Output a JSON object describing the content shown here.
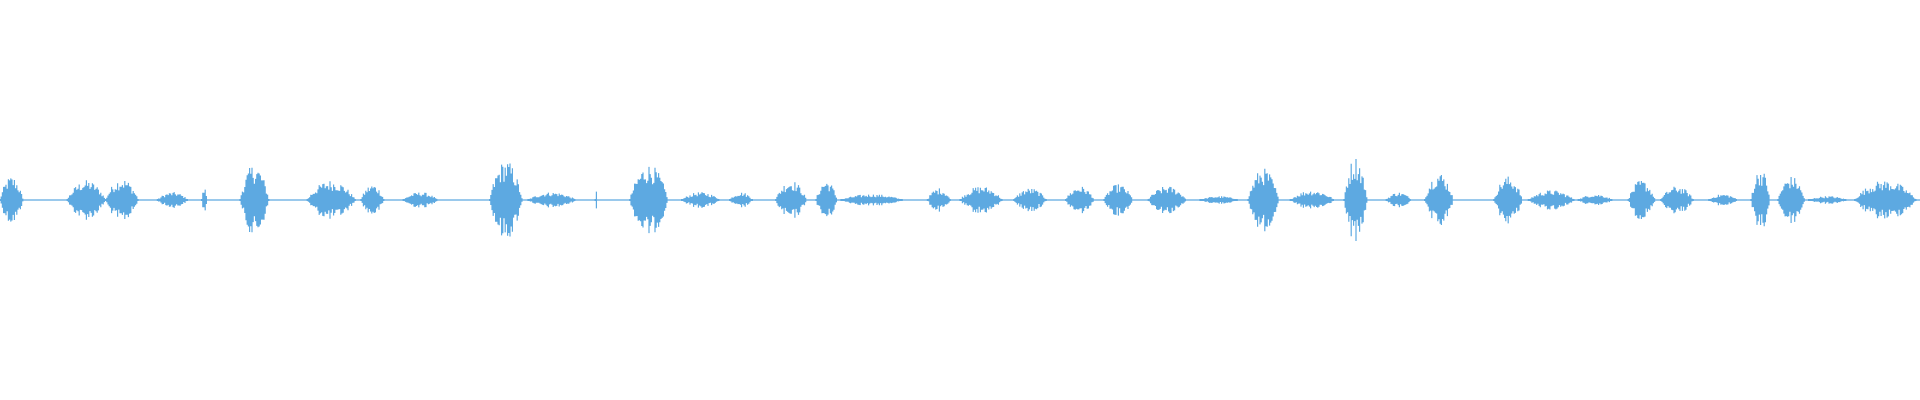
{
  "waveform": {
    "color": "#5DA9E1",
    "segments": [
      {
        "start": 0.0,
        "end": 0.012,
        "amp": 0.06
      },
      {
        "start": 0.035,
        "end": 0.055,
        "amp": 0.05
      },
      {
        "start": 0.055,
        "end": 0.072,
        "amp": 0.055
      },
      {
        "start": 0.082,
        "end": 0.098,
        "amp": 0.02
      },
      {
        "start": 0.105,
        "end": 0.108,
        "amp": 0.03
      },
      {
        "start": 0.125,
        "end": 0.14,
        "amp": 0.09
      },
      {
        "start": 0.16,
        "end": 0.185,
        "amp": 0.05
      },
      {
        "start": 0.188,
        "end": 0.2,
        "amp": 0.04
      },
      {
        "start": 0.21,
        "end": 0.228,
        "amp": 0.02
      },
      {
        "start": 0.255,
        "end": 0.272,
        "amp": 0.1
      },
      {
        "start": 0.275,
        "end": 0.3,
        "amp": 0.02
      },
      {
        "start": 0.31,
        "end": 0.311,
        "amp": 0.04
      },
      {
        "start": 0.328,
        "end": 0.348,
        "amp": 0.09
      },
      {
        "start": 0.355,
        "end": 0.375,
        "amp": 0.02
      },
      {
        "start": 0.38,
        "end": 0.392,
        "amp": 0.02
      },
      {
        "start": 0.404,
        "end": 0.42,
        "amp": 0.05
      },
      {
        "start": 0.425,
        "end": 0.436,
        "amp": 0.05
      },
      {
        "start": 0.438,
        "end": 0.47,
        "amp": 0.015
      },
      {
        "start": 0.483,
        "end": 0.495,
        "amp": 0.03
      },
      {
        "start": 0.5,
        "end": 0.522,
        "amp": 0.035
      },
      {
        "start": 0.528,
        "end": 0.545,
        "amp": 0.03
      },
      {
        "start": 0.555,
        "end": 0.57,
        "amp": 0.035
      },
      {
        "start": 0.575,
        "end": 0.59,
        "amp": 0.04
      },
      {
        "start": 0.598,
        "end": 0.618,
        "amp": 0.035
      },
      {
        "start": 0.625,
        "end": 0.645,
        "amp": 0.01
      },
      {
        "start": 0.65,
        "end": 0.666,
        "amp": 0.08
      },
      {
        "start": 0.672,
        "end": 0.695,
        "amp": 0.025
      },
      {
        "start": 0.7,
        "end": 0.712,
        "amp": 0.11
      },
      {
        "start": 0.722,
        "end": 0.735,
        "amp": 0.02
      },
      {
        "start": 0.742,
        "end": 0.757,
        "amp": 0.07
      },
      {
        "start": 0.778,
        "end": 0.793,
        "amp": 0.06
      },
      {
        "start": 0.796,
        "end": 0.82,
        "amp": 0.025
      },
      {
        "start": 0.822,
        "end": 0.84,
        "amp": 0.015
      },
      {
        "start": 0.848,
        "end": 0.862,
        "amp": 0.05
      },
      {
        "start": 0.865,
        "end": 0.882,
        "amp": 0.035
      },
      {
        "start": 0.89,
        "end": 0.905,
        "amp": 0.015
      },
      {
        "start": 0.912,
        "end": 0.922,
        "amp": 0.08
      },
      {
        "start": 0.926,
        "end": 0.94,
        "amp": 0.06
      },
      {
        "start": 0.942,
        "end": 0.962,
        "amp": 0.01
      },
      {
        "start": 0.966,
        "end": 0.998,
        "amp": 0.05
      }
    ]
  }
}
